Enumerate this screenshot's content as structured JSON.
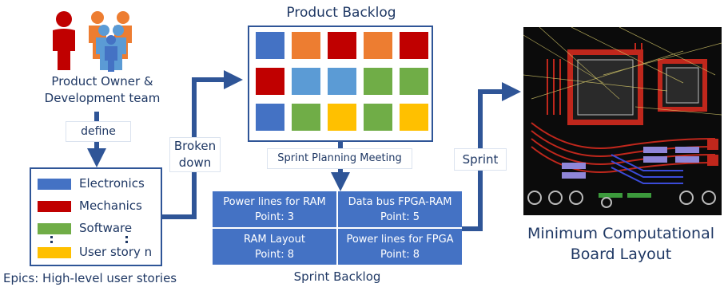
{
  "team": {
    "caption_line1": "Product Owner &",
    "caption_line2": "Development team",
    "define_label": "define"
  },
  "epics": {
    "items": [
      {
        "label": "Electronics",
        "color": "#4472c4"
      },
      {
        "label": "Mechanics",
        "color": "#c00000"
      },
      {
        "label": "Software",
        "color": "#70ad47"
      },
      {
        "label": "User story n",
        "color": "#ffc000"
      }
    ],
    "caption": "Epics: High-level user stories"
  },
  "broken_down": {
    "line1": "Broken",
    "line2": "down"
  },
  "product_backlog": {
    "title": "Product Backlog",
    "cards": [
      [
        "#4472c4",
        "#ed7d31",
        "#c00000",
        "#ed7d31",
        "#c00000"
      ],
      [
        "#c00000",
        "#5b9bd5",
        "#5b9bd5",
        "#70ad47",
        "#70ad47"
      ],
      [
        "#4472c4",
        "#70ad47",
        "#ffc000",
        "#70ad47",
        "#ffc000"
      ]
    ]
  },
  "sprint_planning": {
    "label": "Sprint Planning Meeting"
  },
  "sprint_backlog": {
    "caption": "Sprint Backlog",
    "items": [
      {
        "title": "Power lines for RAM",
        "point": "Point:  3"
      },
      {
        "title": "Data bus FPGA-RAM",
        "point": "Point:  5"
      },
      {
        "title": "RAM Layout",
        "point": "Point:  8"
      },
      {
        "title": "Power lines for FPGA",
        "point": "Point:  8"
      }
    ]
  },
  "sprint": {
    "label": "Sprint"
  },
  "result": {
    "caption_line1": "Minimum Computational",
    "caption_line2": "Board Layout"
  },
  "colors": {
    "arrow": "#2f5597",
    "text": "#1f3864"
  }
}
